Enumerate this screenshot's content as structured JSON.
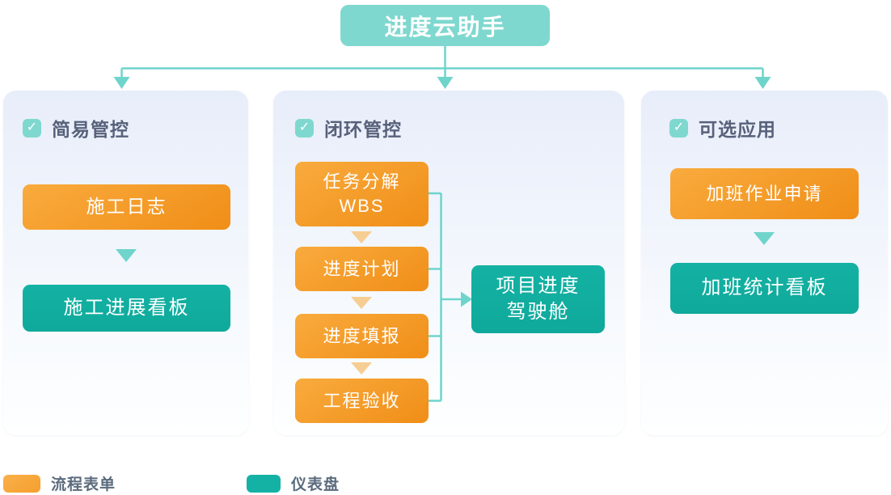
{
  "banner": {
    "title": "进度云助手"
  },
  "panels": [
    {
      "title": "简易管控",
      "form_label": "施工日志",
      "dashboard_label": "施工进展看板"
    },
    {
      "title": "闭环管控",
      "steps": [
        {
          "line1": "任务分解",
          "line2": "WBS"
        },
        {
          "line1": "进度计划"
        },
        {
          "line1": "进度填报"
        },
        {
          "line1": "工程验收"
        }
      ],
      "dashboard": {
        "line1": "项目进度",
        "line2": "驾驶舱"
      }
    },
    {
      "title": "可选应用",
      "form_label": "加班作业申请",
      "dashboard_label": "加班统计看板"
    }
  ],
  "legend": [
    {
      "label": "流程表单",
      "type": "form"
    },
    {
      "label": "仪表盘",
      "type": "dashboard"
    }
  ],
  "icons": {
    "checkbox": "checkmark-icon",
    "check_glyph": "✓"
  },
  "colors": {
    "banner_teal": "#7FD8CF",
    "connector_teal": "#6FD4CC",
    "dashboard_teal": "#14B2A4",
    "form_orange_light": "#F9AB3E",
    "form_orange_dark": "#F08E17",
    "step_arrow_orange": "#F6CD92",
    "header_text": "#57617A",
    "legend_text": "#5B6B7D",
    "panel_bg_top": "#E8EDFA"
  }
}
